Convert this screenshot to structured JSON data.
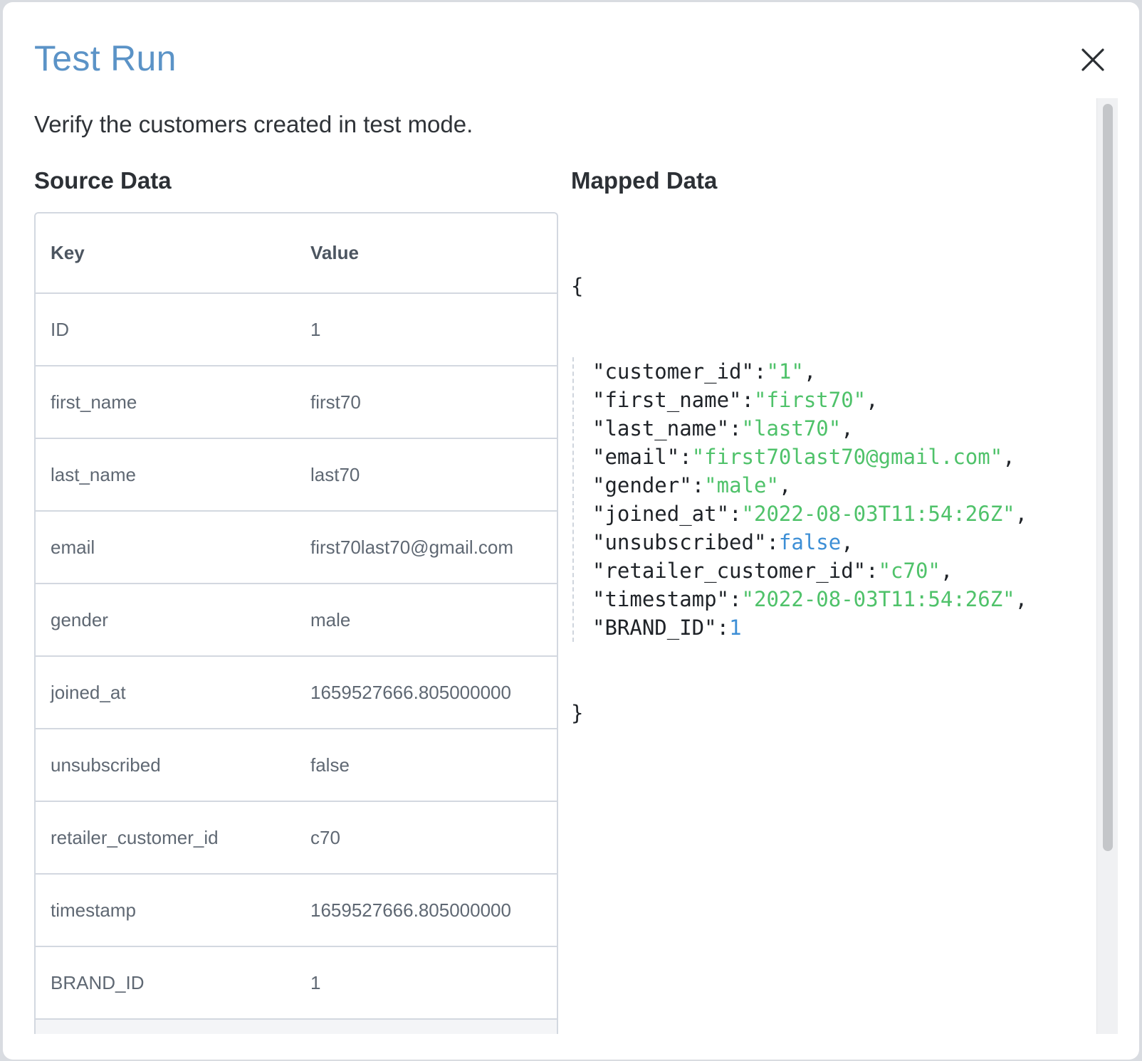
{
  "dialog": {
    "title": "Test Run",
    "description": "Verify the customers created in test mode."
  },
  "source": {
    "heading": "Source Data",
    "columns": {
      "key": "Key",
      "value": "Value"
    },
    "rows": [
      {
        "key": "ID",
        "value": "1"
      },
      {
        "key": "first_name",
        "value": "first70"
      },
      {
        "key": "last_name",
        "value": "last70"
      },
      {
        "key": "email",
        "value": "first70last70@gmail.com"
      },
      {
        "key": "gender",
        "value": "male"
      },
      {
        "key": "joined_at",
        "value": "1659527666.805000000"
      },
      {
        "key": "unsubscribed",
        "value": "false"
      },
      {
        "key": "retailer_customer_id",
        "value": "c70"
      },
      {
        "key": "timestamp",
        "value": "1659527666.805000000"
      },
      {
        "key": "BRAND_ID",
        "value": "1"
      }
    ]
  },
  "mapped": {
    "heading": "Mapped Data",
    "open_brace": "{",
    "close_brace": "}",
    "lines": [
      {
        "key": "\"customer_id\"",
        "value": "\"1\"",
        "type": "string",
        "comma": true
      },
      {
        "key": "\"first_name\"",
        "value": "\"first70\"",
        "type": "string",
        "comma": true
      },
      {
        "key": "\"last_name\"",
        "value": "\"last70\"",
        "type": "string",
        "comma": true
      },
      {
        "key": "\"email\"",
        "value": "\"first70last70@gmail.com\"",
        "type": "string",
        "comma": true
      },
      {
        "key": "\"gender\"",
        "value": "\"male\"",
        "type": "string",
        "comma": true
      },
      {
        "key": "\"joined_at\"",
        "value": "\"2022-08-03T11:54:26Z\"",
        "type": "string",
        "comma": true
      },
      {
        "key": "\"unsubscribed\"",
        "value": "false",
        "type": "bool",
        "comma": true
      },
      {
        "key": "\"retailer_customer_id\"",
        "value": "\"c70\"",
        "type": "string",
        "comma": true
      },
      {
        "key": "\"timestamp\"",
        "value": "\"2022-08-03T11:54:26Z\"",
        "type": "string",
        "comma": true
      },
      {
        "key": "\"BRAND_ID\"",
        "value": "1",
        "type": "number",
        "comma": false
      }
    ]
  },
  "icons": {
    "close": "close-icon"
  },
  "colors": {
    "title": "#5b93c7",
    "json_string": "#4fc26a",
    "json_literal": "#3d8fd6",
    "border": "#d3d8e0"
  }
}
